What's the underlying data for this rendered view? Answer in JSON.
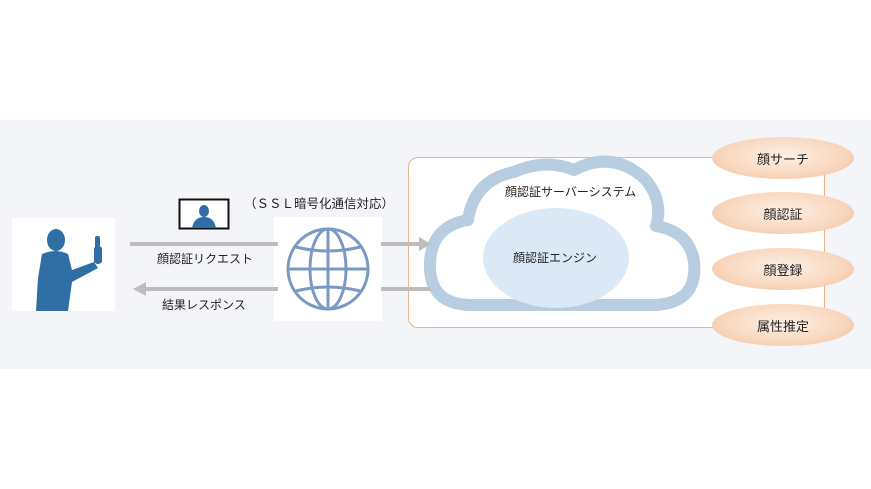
{
  "diagram": {
    "ssl_label": "（ＳＳＬ暗号化通信対応）",
    "request_label": "顔認証リクエスト",
    "response_label": "結果レスポンス",
    "server_system_label": "顔認証サーバーシステム",
    "engine_label": "顔認証エンジン",
    "functions": [
      {
        "label": "顔サーチ"
      },
      {
        "label": "顔認証"
      },
      {
        "label": "顔登録"
      },
      {
        "label": "属性推定"
      }
    ]
  },
  "colors": {
    "band": "#f3f5f9",
    "person": "#2f6fa6",
    "globe": "#7a9ac4",
    "cloud_outline": "#b9cde0",
    "engine": "#dbe8f5",
    "arrow": "#bdbdbd",
    "panel_border": "#e8b48a",
    "pill": "#f6cfb2"
  },
  "icons": [
    "person-with-phone-icon",
    "face-screen-icon",
    "globe-icon",
    "cloud-icon"
  ]
}
